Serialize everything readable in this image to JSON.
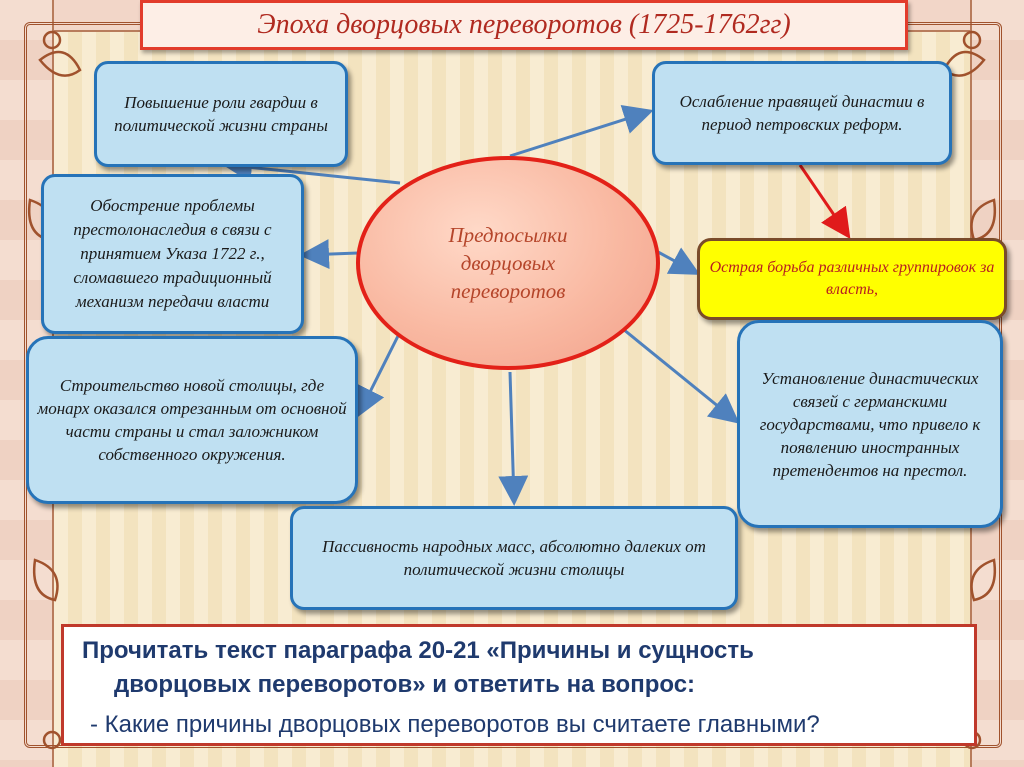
{
  "title": "Эпоха дворцовых переворотов (1725-1762гг)",
  "center": {
    "label": "Предпосылки дворцовых переворотов"
  },
  "causes": {
    "guard": "Повышение роли гвардии в политической жизни страны",
    "succession": "Обострение проблемы престолонаследия в связи с принятием Указа 1722 г., сломавшего традиционный механизм передачи власти",
    "capital": "Строительство новой столицы, где монарх оказался отрезанным от основной части страны и стал заложником собственного окружения.",
    "passivity": "Пассивность народных масс, абсолютно далеких от политической жизни столицы",
    "dynasty": "Ослабление правящей династии в период петровских реформ.",
    "struggle": "Острая борьба различных группировок за власть,",
    "german": "Установление династических связей с германскими государствами, что привело к появлению иностранных претендентов на престол."
  },
  "task": {
    "line1": "Прочитать текст параграфа 20-21 «Причины и сущность",
    "line2": "дворцовых переворотов» и ответить на вопрос:",
    "line3": "- Какие причины дворцовых переворотов вы считаете главными?"
  },
  "colors": {
    "arrow_blue": "#4f81bd",
    "arrow_red": "#e01b1b",
    "title_red": "#e23b2b"
  }
}
